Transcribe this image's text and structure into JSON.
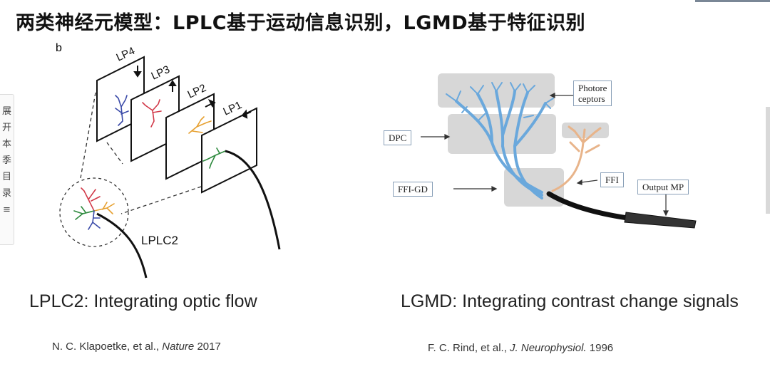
{
  "slide": {
    "title": "两类神经元模型：LPLC基于运动信息识别，LGMD基于特征识别"
  },
  "sidebar": {
    "chars": [
      "展",
      "开",
      "本",
      "季",
      "目",
      "录",
      "≡"
    ]
  },
  "left_panel": {
    "panel_letter": "b",
    "planes": [
      "LP4",
      "LP3",
      "LP2",
      "LP1"
    ],
    "neuron_label": "LPLC2",
    "caption": "LPLC2: Integrating optic flow",
    "ref_authors": "N. C. Klapoetke, et al., ",
    "ref_journal": "Nature",
    "ref_year": " 2017",
    "colors": {
      "lp4": "#3a4aa8",
      "lp3": "#d23a4a",
      "lp2": "#e6a030",
      "lp1": "#2e8a3e"
    }
  },
  "right_panel": {
    "labels": {
      "photoreceptors": "Photore\nceptors",
      "dpc": "DPC",
      "ffi_gd": "FFI-GD",
      "ffi": "FFI",
      "output": "Output MP"
    },
    "caption": "LGMD: Integrating contrast change signals",
    "ref_authors": "F. C. Rind, et al., ",
    "ref_journal": "J. Neurophysiol.",
    "ref_year": " 1996",
    "colors": {
      "dendrite": "#6aa8dc",
      "ffi": "#e8b48a",
      "box": "#d7d7d7"
    }
  }
}
